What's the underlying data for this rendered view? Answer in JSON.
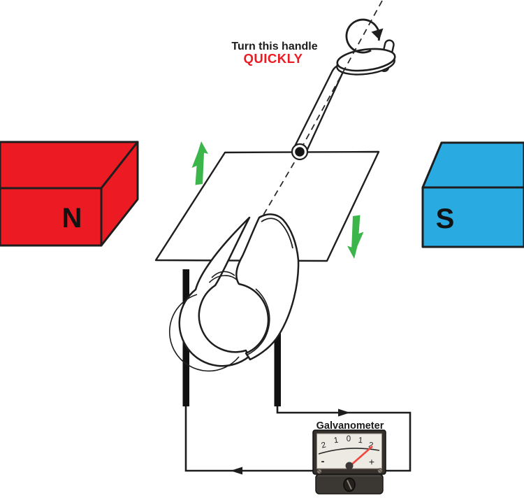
{
  "note": {
    "line1": "Turn this handle",
    "line2": "QUICKLY"
  },
  "magnets": {
    "north_label": "N",
    "south_label": "S"
  },
  "meter": {
    "label": "Galvanometer",
    "scale": [
      "2",
      "1",
      "0",
      "1",
      "2"
    ],
    "minus_label": "-",
    "plus_label": "+"
  },
  "colors": {
    "magnet_north": "#EC1B23",
    "magnet_south": "#29ABE2",
    "accent_red": "#EC1B23",
    "arrow_green": "#3CB54A",
    "needle_red": "#F0473F",
    "wire_black": "#1d1d1d"
  }
}
